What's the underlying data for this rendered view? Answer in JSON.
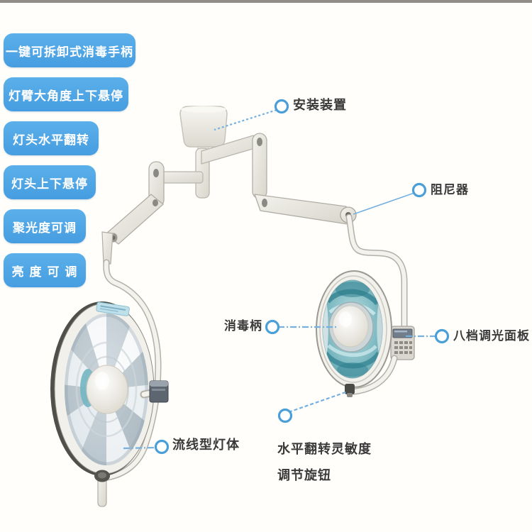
{
  "page": {
    "background_color": "#fffefb",
    "top_bar_color": "#908e86"
  },
  "features": {
    "box_color": "#4aa2e2",
    "text_color": "#ffffff",
    "items": [
      "一键可拆卸式消毒手柄",
      "灯臂大角度上下悬停",
      "灯头水平翻转",
      "灯头上下悬停",
      "聚光度可调",
      "亮 度 可 调"
    ]
  },
  "callouts": {
    "marker_color": "#4a9fd8",
    "line_color": "#74b0e0",
    "text_color": "#3a3a3a",
    "installation": {
      "label": "安装装置"
    },
    "damper": {
      "label": "阻尼器"
    },
    "sterilize_handle": {
      "label": "消毒柄"
    },
    "dimmer_panel": {
      "label": "八档调光面板"
    },
    "lamp_body": {
      "label": "流线型灯体"
    },
    "flip_knob_line1": {
      "label": "水平翻转灵敏度"
    },
    "flip_knob_line2": {
      "label": "调节旋钮"
    }
  },
  "diagram": {
    "component_icons": [
      "ceiling-mount-icon",
      "support-arm-icon",
      "damper-joint-icon",
      "large-lamp-head-icon",
      "small-lamp-head-icon",
      "sterilizable-handle-icon",
      "dimmer-panel-icon",
      "flip-sensitivity-knob-icon"
    ],
    "colors": {
      "lamp_body": "#f1f0ea",
      "arm_outline": "#b8b6ac",
      "large_reflector_silver": "#b9c4cb",
      "small_reflector_teal": "#5fa0ad",
      "rim_dark": "#50504b"
    }
  }
}
